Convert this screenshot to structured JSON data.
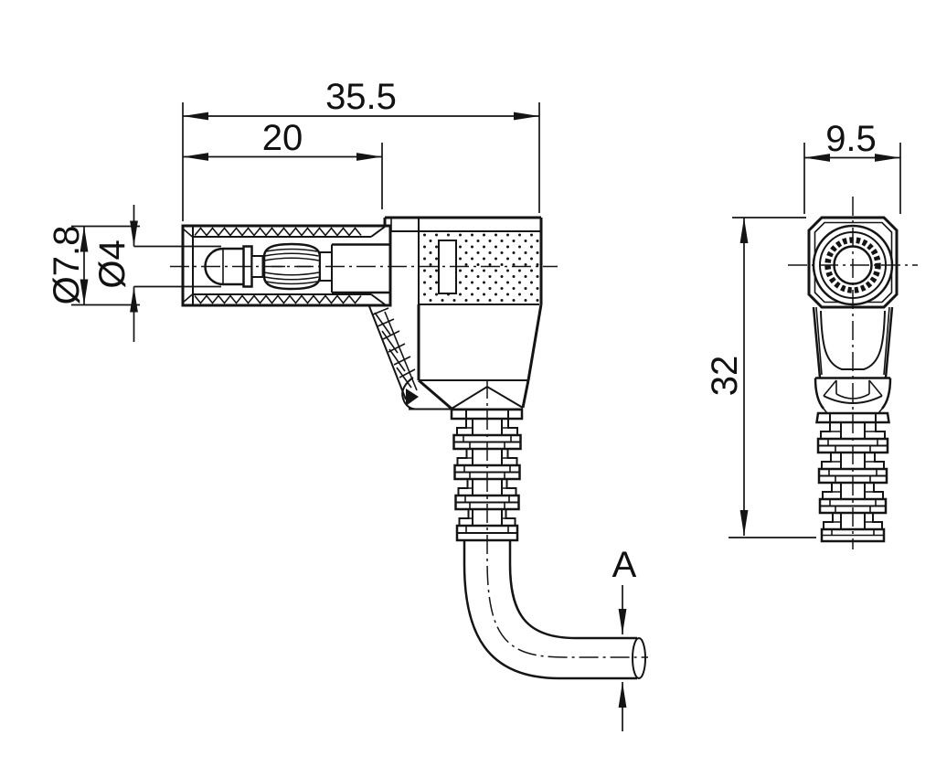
{
  "drawing": {
    "dimensions": {
      "overall_length": "35.5",
      "plug_length": "20",
      "sleeve_diameter": "Ø7.8",
      "pin_diameter": "Ø4",
      "head_width": "9.5",
      "body_height": "32"
    },
    "labels": {
      "cable_section": "A"
    }
  }
}
